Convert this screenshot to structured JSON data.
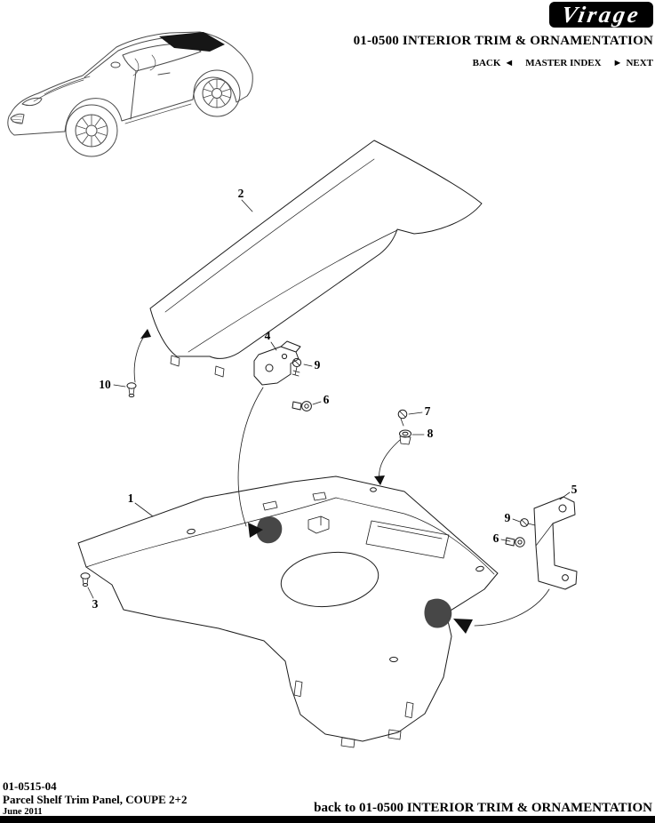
{
  "header": {
    "logo_text": "Virage",
    "section_title": "01-0500 INTERIOR TRIM & ORNAMENTATION",
    "nav": {
      "back": "BACK",
      "back_arrow": "◄",
      "master_index": "MASTER INDEX",
      "next_arrow": "►",
      "next": "NEXT"
    }
  },
  "diagram": {
    "callouts": [
      "2",
      "4",
      "9",
      "6",
      "10",
      "7",
      "8",
      "1",
      "3",
      "5",
      "9",
      "6"
    ]
  },
  "footer": {
    "doc_number": "01-0515-04",
    "doc_title": "Parcel Shelf Trim Panel, COUPE 2+2",
    "date": "June 2011",
    "back_link": "back to 01-0500 INTERIOR TRIM & ORNAMENTATION"
  },
  "colors": {
    "page_bg": "#ffffff",
    "ink": "#000000",
    "logo_bg": "#000000",
    "logo_fg": "#ffffff",
    "footer_bar": "#000000"
  }
}
